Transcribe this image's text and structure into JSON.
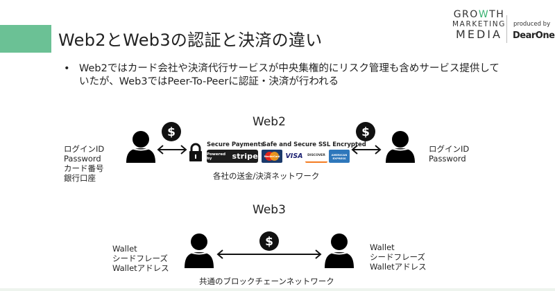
{
  "header": {
    "title": "Web2とWeb3の認証と決済の違い",
    "accent_color": "#6bc195"
  },
  "logo": {
    "growth_prefix": "GRO",
    "growth_w": "W",
    "growth_suffix": "TH",
    "marketing": "MARKETING",
    "media": "MEDIA",
    "produced_by": "produced by",
    "brand": "DearOne"
  },
  "bullet": {
    "marker": "•",
    "text": "Web2ではカード会社や決済代行サービスが中央集権的にリスク管理も含めサービス提供していたが、Web3ではPeer-To-Peerに認証・決済が行われる"
  },
  "web2": {
    "title": "Web2",
    "left_user_labels": [
      "ログインID",
      "Password",
      "カード番号",
      "銀行口座"
    ],
    "right_user_labels": [
      "ログインID",
      "Password"
    ],
    "payment_badge": {
      "secure_payments": "Secure Payments",
      "powered_by": "Powered by",
      "stripe": "stripe",
      "ssl_text": "Safe and Secure SSL Encrypted",
      "cards": [
        {
          "name": "MasterCard",
          "label": "MasterCard"
        },
        {
          "name": "Visa",
          "label": "VISA"
        },
        {
          "name": "Discover",
          "label": "DISCOVER"
        },
        {
          "name": "American Express",
          "label": "AMERICAN EXPRESS"
        }
      ]
    },
    "coin_symbol": "$",
    "network_caption": "各社の送金/決済ネットワーク"
  },
  "web3": {
    "title": "Web3",
    "left_user_labels": [
      "Wallet",
      "シードフレーズ",
      "Walletアドレス"
    ],
    "right_user_labels": [
      "Wallet",
      "シードフレーズ",
      "Walletアドレス"
    ],
    "coin_symbol": "$",
    "network_caption": "共通のブロックチェーンネットワーク"
  }
}
